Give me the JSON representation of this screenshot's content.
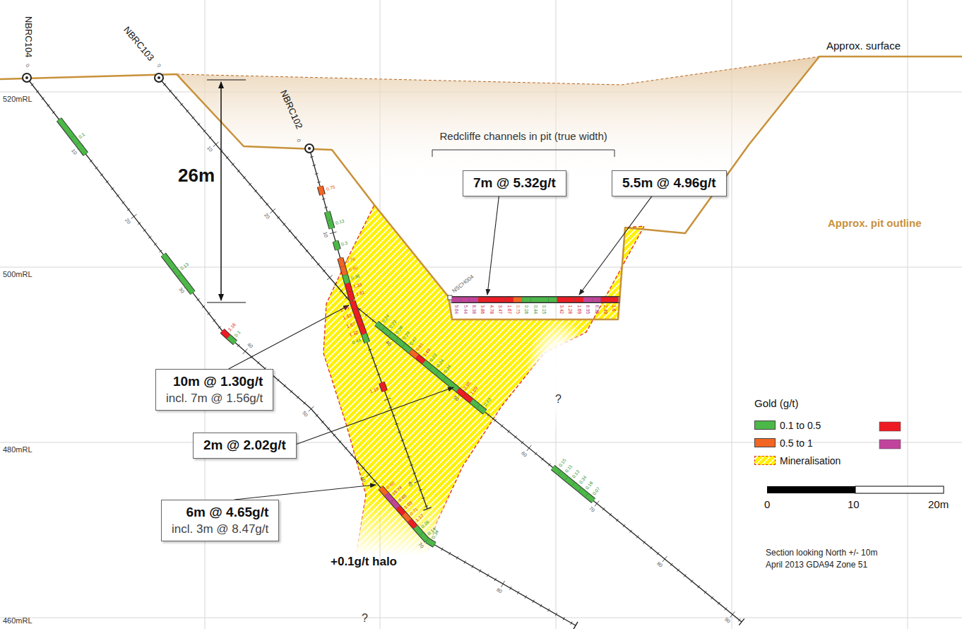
{
  "diagram": {
    "nodes": [
      {
        "text": [
          "7m @ 5.32g/t"
        ]
      },
      {
        "text": [
          "5.5m @ 4.96g/t"
        ]
      },
      {
        "text": [
          "10m @ 1.30g/t",
          "incl. 7m @ 1.56g/t"
        ]
      },
      {
        "text": [
          "2m @ 2.02g/t"
        ]
      },
      {
        "text": [
          "6m @ 4.65g/t",
          "incl. 3m @ 8.47g/t"
        ]
      }
    ],
    "labels": [
      "NBRC104",
      "NBRC103",
      "NBRC102",
      "Approx. surface",
      "26m",
      "Redcliffe channels in pit (true width)",
      "NSCH004",
      "Approx. pit outline",
      "520mRL",
      "500mRL",
      "480mRL",
      "460mRL",
      "+0.1g/t halo",
      "?",
      "?",
      "Gold (g/t)",
      "0",
      "10",
      "20m",
      "Section looking North +/- 10m",
      "April 2013 GDA94 Zone 51",
      "0",
      "10",
      "20",
      "30",
      "40",
      "50",
      "60",
      "70",
      "80",
      "0",
      "10",
      "20",
      "40",
      "50",
      "60",
      "70",
      "80",
      "90",
      "0",
      "10",
      "40",
      "0.1",
      "0.13",
      "3.16",
      "0.1",
      "0.60",
      "15.74",
      "8.65",
      "1.03",
      "0.71",
      "1.17",
      "0.26",
      "0.14",
      "0.34",
      "0.75",
      "0.13",
      "0.3",
      "0.79",
      "0.60",
      "0.36",
      "1.33",
      "1.61",
      "1.95",
      "1.53",
      "1.67",
      "1.32",
      "0.44",
      "1.19",
      "0.24",
      "0.23",
      "0.26",
      "0.29",
      "0.47",
      "0.61",
      "1.49",
      "0.23",
      "0.24",
      "0.34",
      "2.95",
      "1.09",
      "0.43",
      "0.15",
      "0.11",
      "0.13",
      "0.34",
      "0.16",
      "0.07",
      "9.64",
      "5.44",
      "8.38",
      "3.86",
      "4.78",
      "3.47",
      "1.67",
      "0.75",
      "0.16",
      "0.44",
      "0.15",
      "3.42",
      "1.28",
      "1.69",
      "8.95",
      "6.32",
      "2.49",
      "1.6"
    ],
    "legend": [
      {
        "text": "0.1 to 0.5",
        "color": "#4cb848"
      },
      {
        "text": "0.5 to 1",
        "color": "#f26522"
      },
      {
        "text": "Mineralisation"
      }
    ]
  }
}
